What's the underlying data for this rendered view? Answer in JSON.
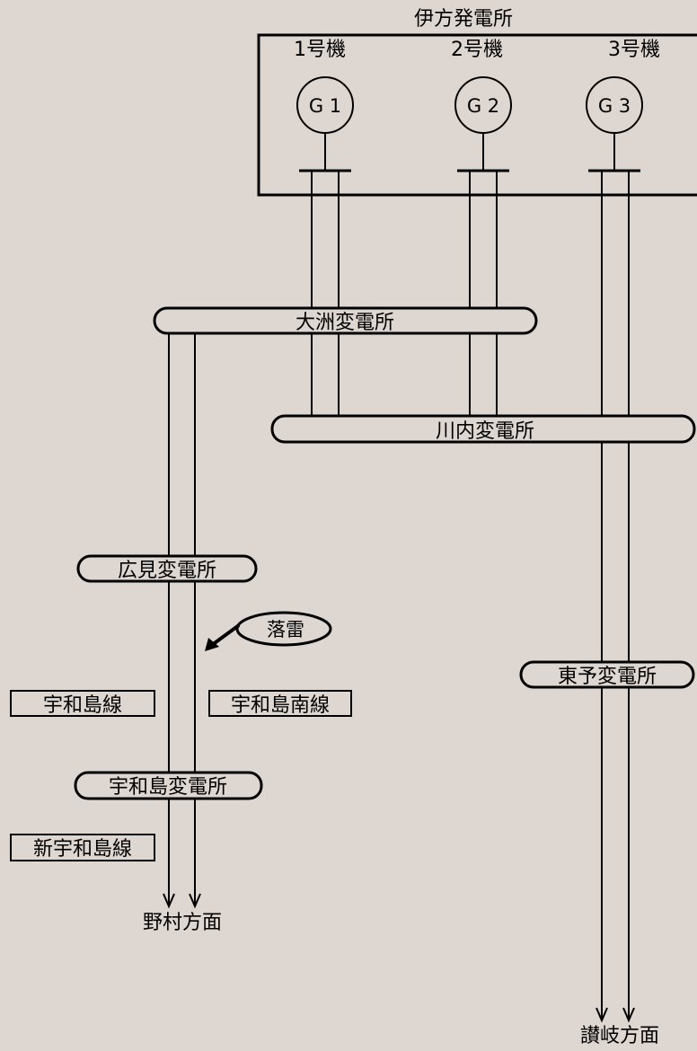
{
  "plant": {
    "title": "伊方発電所",
    "units": [
      {
        "label": "1号機",
        "gen": "G 1"
      },
      {
        "label": "2号機",
        "gen": "G 2"
      },
      {
        "label": "3号機",
        "gen": "G 3"
      }
    ]
  },
  "substations": {
    "ozu": "大洲変電所",
    "kawauchi": "川内変電所",
    "hiromi": "広見変電所",
    "uwajima": "宇和島変電所",
    "toyo": "東予変電所"
  },
  "lines": {
    "uwajima_line": "宇和島線",
    "uwajima_south_line": "宇和島南線",
    "new_uwajima_line": "新宇和島線"
  },
  "lightning": "落雷",
  "destinations": {
    "nomura": "野村方面",
    "sanuki": "讃岐方面"
  }
}
